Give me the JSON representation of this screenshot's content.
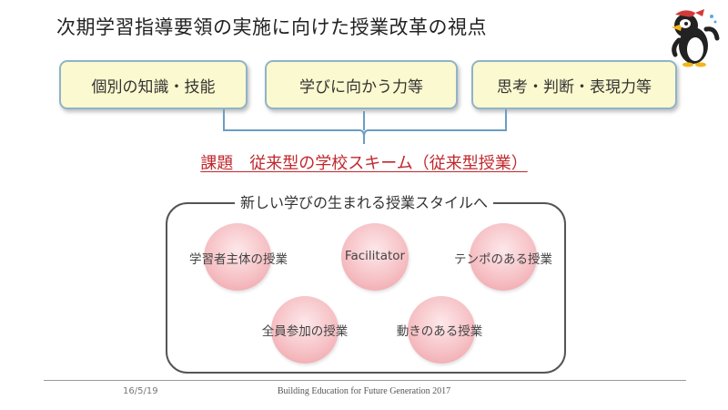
{
  "slide": {
    "title": "次期学習指導要領の実施に向けた授業改革の視点",
    "pillars": [
      "個別の知識・技能",
      "学びに向かう力等",
      "思考・判断・表現力等"
    ],
    "issue": "課題　従来型の学校スキーム（従来型授業）",
    "styles_heading": "新しい学びの生まれる授業スタイルへ",
    "styles": [
      "学習者主体の授業",
      "Facilitator",
      "テンポのある授業",
      "全員参加の授業",
      "動きのある授業"
    ]
  },
  "footer": {
    "date": "16/5/19",
    "text": "Building Education for Future Generation 2017"
  },
  "colors": {
    "issue": "#c0282d",
    "pill_fill": "#fbf9cf",
    "pill_border": "#8fb4c8",
    "circle": "#f6c2c6"
  },
  "icons": [
    "penguin-mascot-icon"
  ]
}
